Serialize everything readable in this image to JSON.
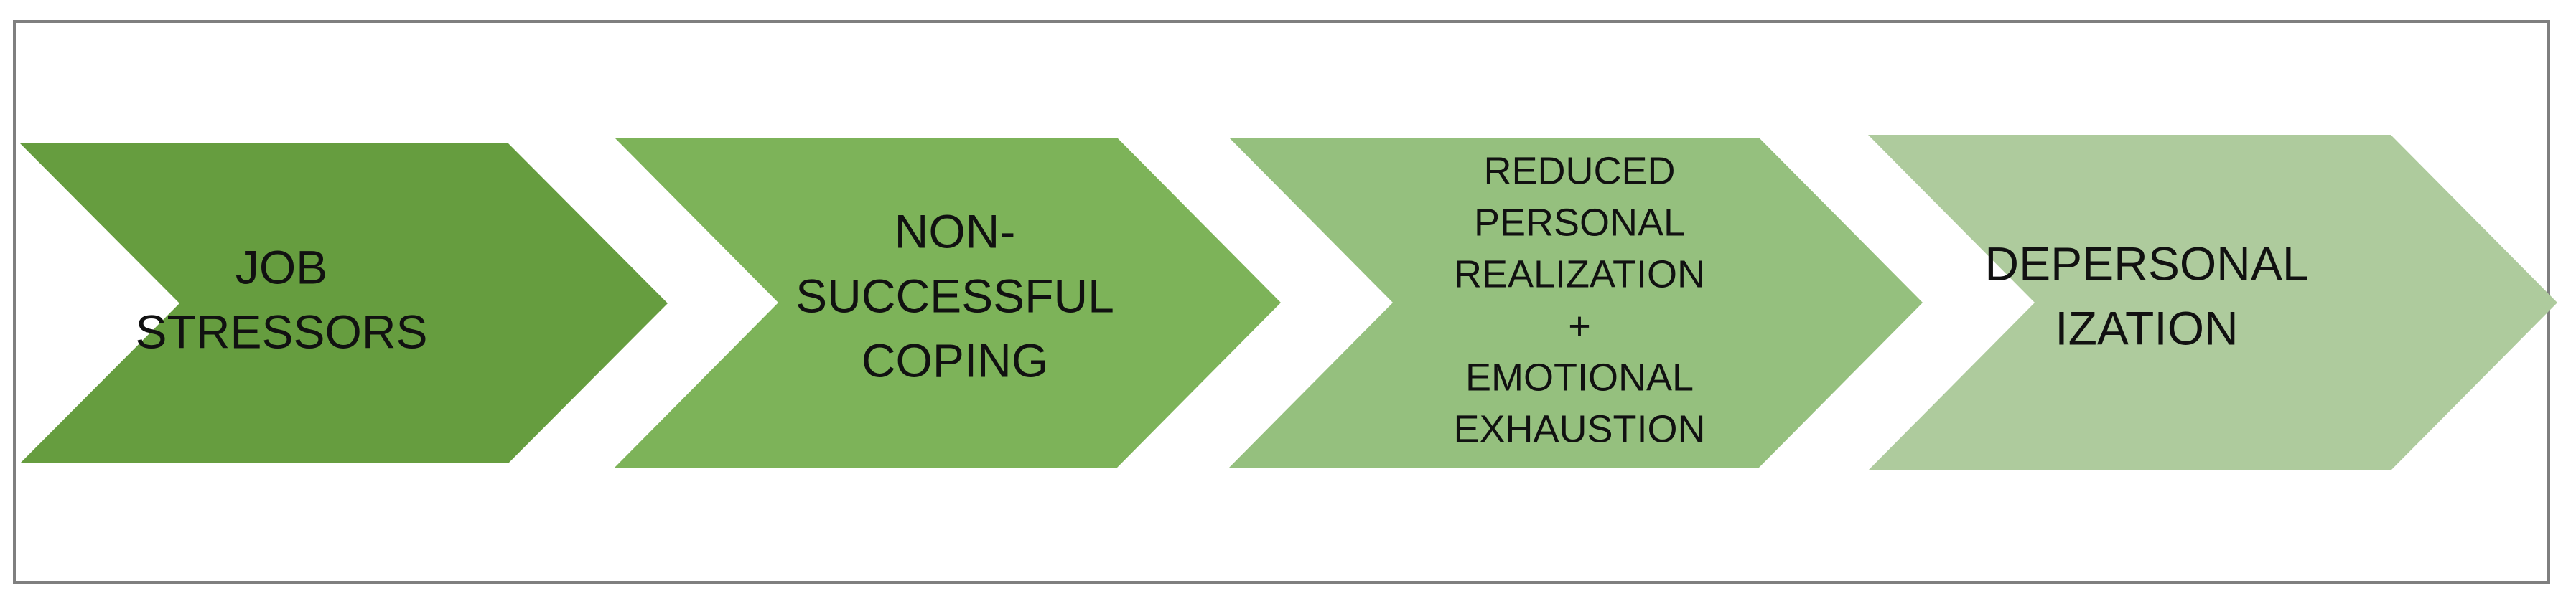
{
  "steps": [
    {
      "id": "job-stressors",
      "lines": [
        "JOB",
        "STRESSORS"
      ],
      "color": "#669d3f"
    },
    {
      "id": "non-successful-coping",
      "lines": [
        "NON-",
        "SUCCESSFUL",
        "COPING"
      ],
      "color": "#7db359"
    },
    {
      "id": "reduced-personal-realization-emotional-exhaustion",
      "lines": [
        "REDUCED",
        "PERSONAL",
        "REALIZATION",
        "+",
        "EMOTIONAL",
        "EXHAUSTION"
      ],
      "color": "#95c07e"
    },
    {
      "id": "depersonalization",
      "lines": [
        "DEPERSONAL",
        "IZATION"
      ],
      "color": "#aecb9d"
    }
  ],
  "colors": {
    "frame": "#7f7f7f",
    "text": "#111111"
  }
}
